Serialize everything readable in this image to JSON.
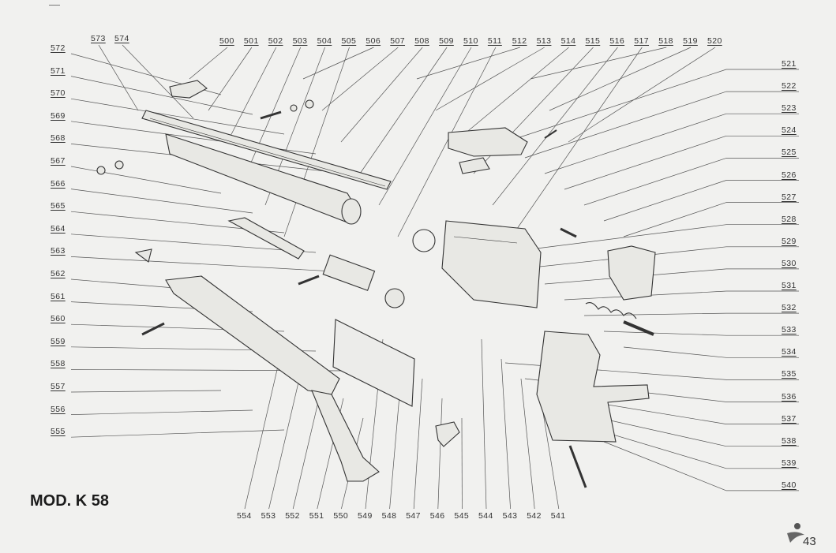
{
  "model_title": "MOD. K 58",
  "page_number": "43",
  "part_numbers": {
    "left_column": [
      "572",
      "571",
      "570",
      "569",
      "568",
      "567",
      "566",
      "565",
      "564",
      "563",
      "562",
      "561",
      "560",
      "559",
      "558",
      "557",
      "556",
      "555"
    ],
    "top_left": [
      "573",
      "574"
    ],
    "top_row": [
      "500",
      "501",
      "502",
      "503",
      "504",
      "505",
      "506",
      "507",
      "508",
      "509",
      "510",
      "511",
      "512",
      "513",
      "514",
      "515",
      "516",
      "517",
      "518",
      "519",
      "520"
    ],
    "right_column": [
      "521",
      "522",
      "523",
      "524",
      "525",
      "526",
      "527",
      "528",
      "529",
      "530",
      "531",
      "532",
      "533",
      "534",
      "535",
      "536",
      "537",
      "538",
      "539",
      "540"
    ],
    "bottom_row": [
      "554",
      "553",
      "552",
      "551",
      "550",
      "549",
      "548",
      "547",
      "546",
      "545",
      "544",
      "543",
      "542",
      "541"
    ]
  },
  "colors": {
    "background": "#f1f1ef",
    "line": "#3a3a3a",
    "text": "#2a2a2a"
  }
}
